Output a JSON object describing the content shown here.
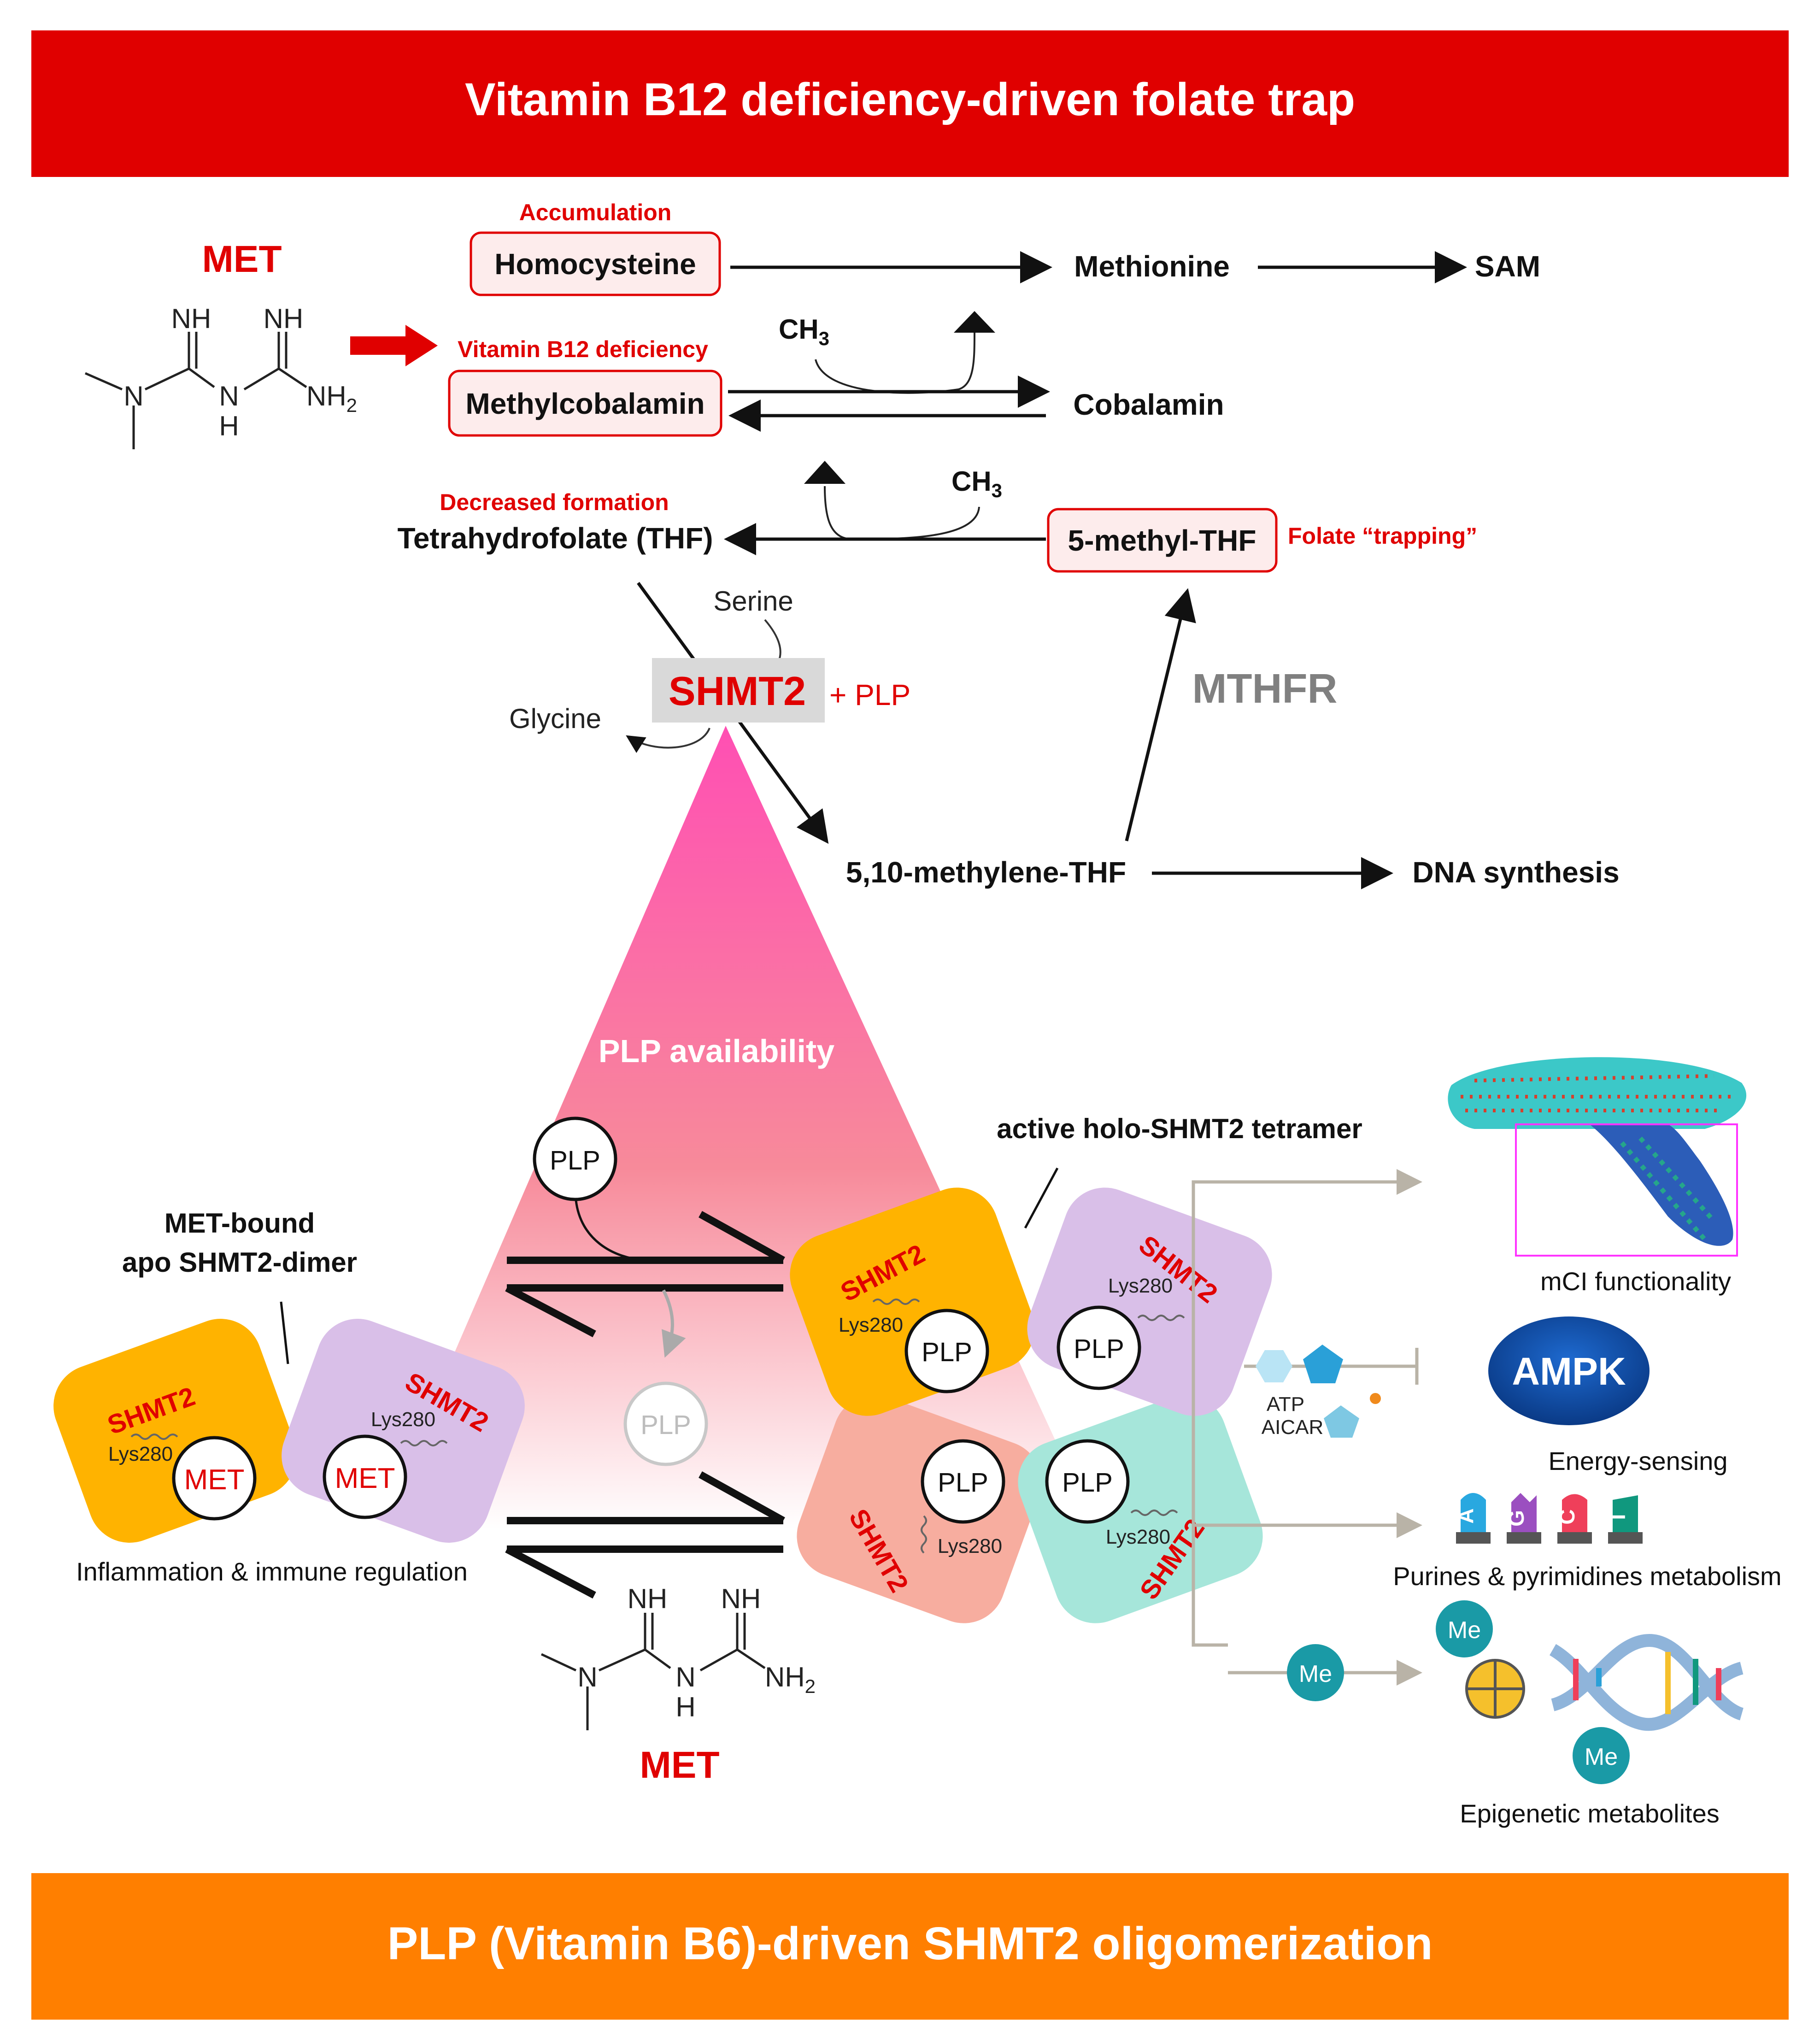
{
  "colors": {
    "top_banner": "#e00000",
    "bottom_banner": "#ff7f00",
    "red_text": "#e00000",
    "gray_text": "#808080",
    "shmt2_orange": "#ffb300",
    "shmt2_lilac": "#d9bfe8",
    "shmt2_salmon": "#f7ad9f",
    "shmt2_teal": "#a6e6da",
    "ampk_blue": "#0d4aa0",
    "arrow_gray": "#b9b3a7"
  },
  "banners": {
    "top": "Vitamin B12 deficiency-driven folate trap",
    "bottom": "PLP (Vitamin B6)-driven SHMT2 oligomerization"
  },
  "met_structure": {
    "NH": "NH",
    "N": "N",
    "H": "H",
    "NH2": "NH",
    "NH2_sub": "2"
  },
  "pathway": {
    "met_label": "MET",
    "accumulation": "Accumulation",
    "homocysteine": "Homocysteine",
    "methionine": "Methionine",
    "sam": "SAM",
    "ch3": "CH",
    "ch3_sub": "3",
    "b12_deficiency": "Vitamin B12 deficiency",
    "methylcobalamin": "Methylcobalamin",
    "cobalamin": "Cobalamin",
    "decreased_formation": "Decreased formation",
    "thf": "Tetrahydrofolate (THF)",
    "methyl_thf": "5-methyl-THF",
    "folate_trapping": "Folate “trapping”",
    "serine": "Serine",
    "glycine": "Glycine",
    "shmt2": "SHMT2",
    "plus_plp": "+ PLP",
    "mthfr": "MTHFR",
    "methylene_thf": "5,10-methylene-THF",
    "dna_synthesis": "DNA synthesis"
  },
  "oligomer": {
    "plp_availability": "PLP availability",
    "plp": "PLP",
    "active_tetramer": "active holo-SHMT2 tetramer",
    "met_bound_line1": "MET-bound",
    "met_bound_line2": "apo SHMT2-dimer",
    "shmt2": "SHMT2",
    "lys280": "Lys280",
    "met": "MET",
    "inflammation": "Inflammation & immune regulation",
    "met_bottom": "MET"
  },
  "outcomes": {
    "mci": "mCI functionality",
    "ampk": "AMPK",
    "atp": "ATP",
    "aicar": "AICAR",
    "energy_sensing": "Energy-sensing",
    "bases": [
      "A",
      "G",
      "C",
      "T"
    ],
    "purines": "Purines & pyrimidines metabolism",
    "me": "Me",
    "epigenetic": "Epigenetic metabolites"
  }
}
